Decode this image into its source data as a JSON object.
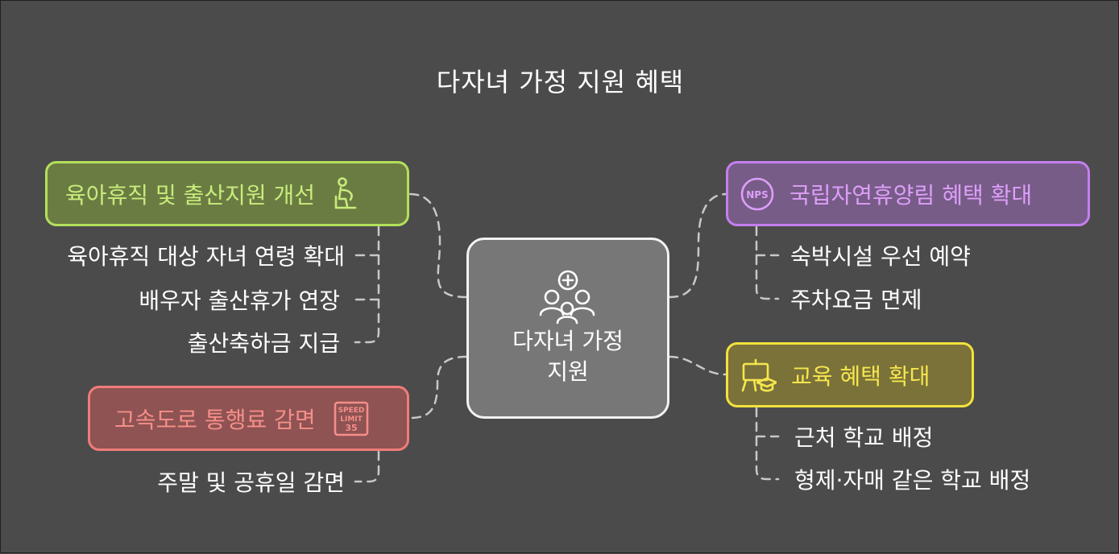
{
  "title": "다자녀 가정 지원 혜택",
  "center": {
    "label_line1": "다자녀 가정",
    "label_line2": "지원",
    "icon": "family-plus-icon"
  },
  "branches": {
    "childcare": {
      "label": "육아휴직 및 출산지원 개선",
      "icon": "pregnant-person-icon",
      "items": [
        "육아휴직 대상 자녀 연령 확대",
        "배우자 출산휴가 연장",
        "출산축하금 지급"
      ]
    },
    "highway": {
      "label": "고속도로 통행료 감면",
      "icon": "speed-limit-sign-icon",
      "icon_text": [
        "SPEED",
        "LIMIT",
        "35"
      ],
      "items": [
        "주말 및 공휴일 감면"
      ]
    },
    "forest": {
      "label": "국립자연휴양림 혜택 확대",
      "icon": "nps-badge-icon",
      "icon_text": "NPS",
      "items": [
        "숙박시설 우선 예약",
        "주차요금 면제"
      ]
    },
    "education": {
      "label": "교육 혜택 확대",
      "icon": "teaching-board-graduation-icon",
      "items": [
        "근처 학교 배정",
        "형제·자매 같은 학교 배정"
      ]
    }
  },
  "colors": {
    "background": "#4b4b4b",
    "center_fill": "#777777",
    "childcare": "#b3e05a",
    "highway": "#f07c79",
    "forest": "#c67ef0",
    "education": "#f3e23c",
    "connector": "#c8c8c8"
  }
}
